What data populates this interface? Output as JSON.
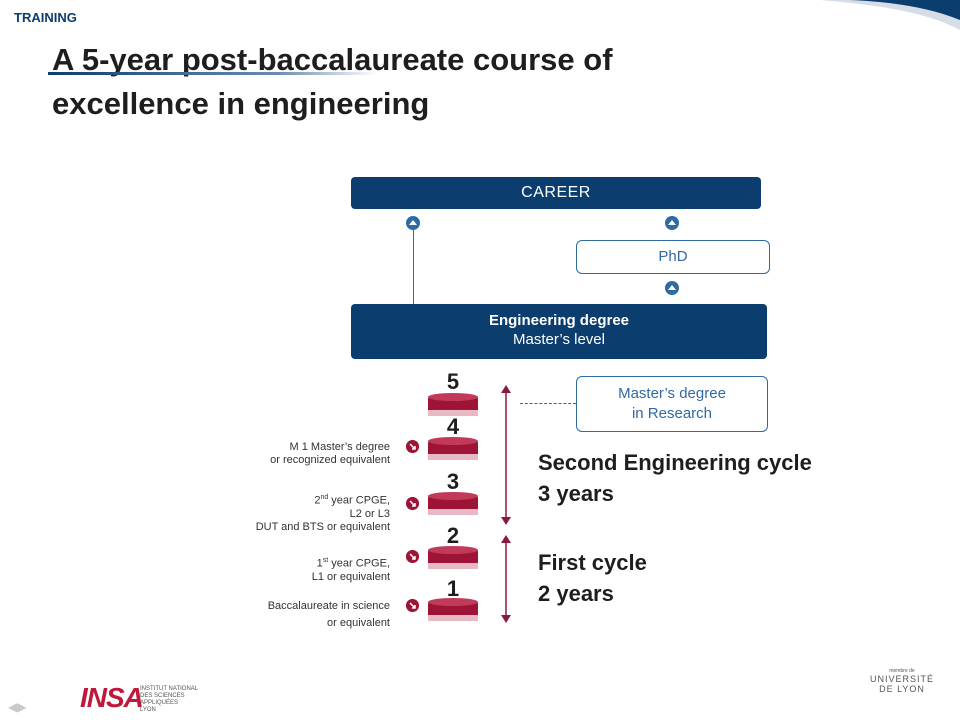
{
  "header": {
    "section": "TRAINING",
    "title_line1": "A 5-year post-baccalaureate course of",
    "title_line2": "excellence in engineering"
  },
  "diagram": {
    "career": "CAREER",
    "phd": "PhD",
    "engineering_degree": {
      "line1": "Engineering degree",
      "line2": "Master’s level"
    },
    "masters_research": {
      "line1": "Master’s degree",
      "line2": "in Research"
    },
    "years": [
      "5",
      "4",
      "3",
      "2",
      "1"
    ],
    "entry_points": [
      {
        "lines": [
          "M 1 Master’s degree",
          "or recognized equivalent"
        ]
      },
      {
        "line1_pre": "2",
        "line1_sup": "nd",
        "line1_post": " year CPGE,",
        "line2": "L2 or L3",
        "line3": "DUT and BTS or equivalent"
      },
      {
        "line1_pre": "1",
        "line1_sup": "st",
        "line1_post": " year CPGE,",
        "line2": "L1 or equivalent"
      },
      {
        "lines": [
          "Baccalaureate in science",
          "or equivalent"
        ]
      }
    ],
    "cycles": [
      {
        "line1": "Second Engineering cycle",
        "line2": "3 years"
      },
      {
        "line1": "First cycle",
        "line2": "2 years"
      }
    ],
    "colors": {
      "navy": "#0b3d6e",
      "accent_blue": "#2f6aa3",
      "crimson": "#9e1437",
      "arrow": "#8a1a3c"
    }
  },
  "footer": {
    "insa_logo": "INSA",
    "insa_sub": [
      "INSTITUT NATIONAL",
      "DES SCIENCES",
      "APPLIQUÉES",
      "LYON"
    ],
    "lyon_logo_small": "membre de",
    "lyon_logo": "UNIVERSITÉ DE LYON"
  }
}
